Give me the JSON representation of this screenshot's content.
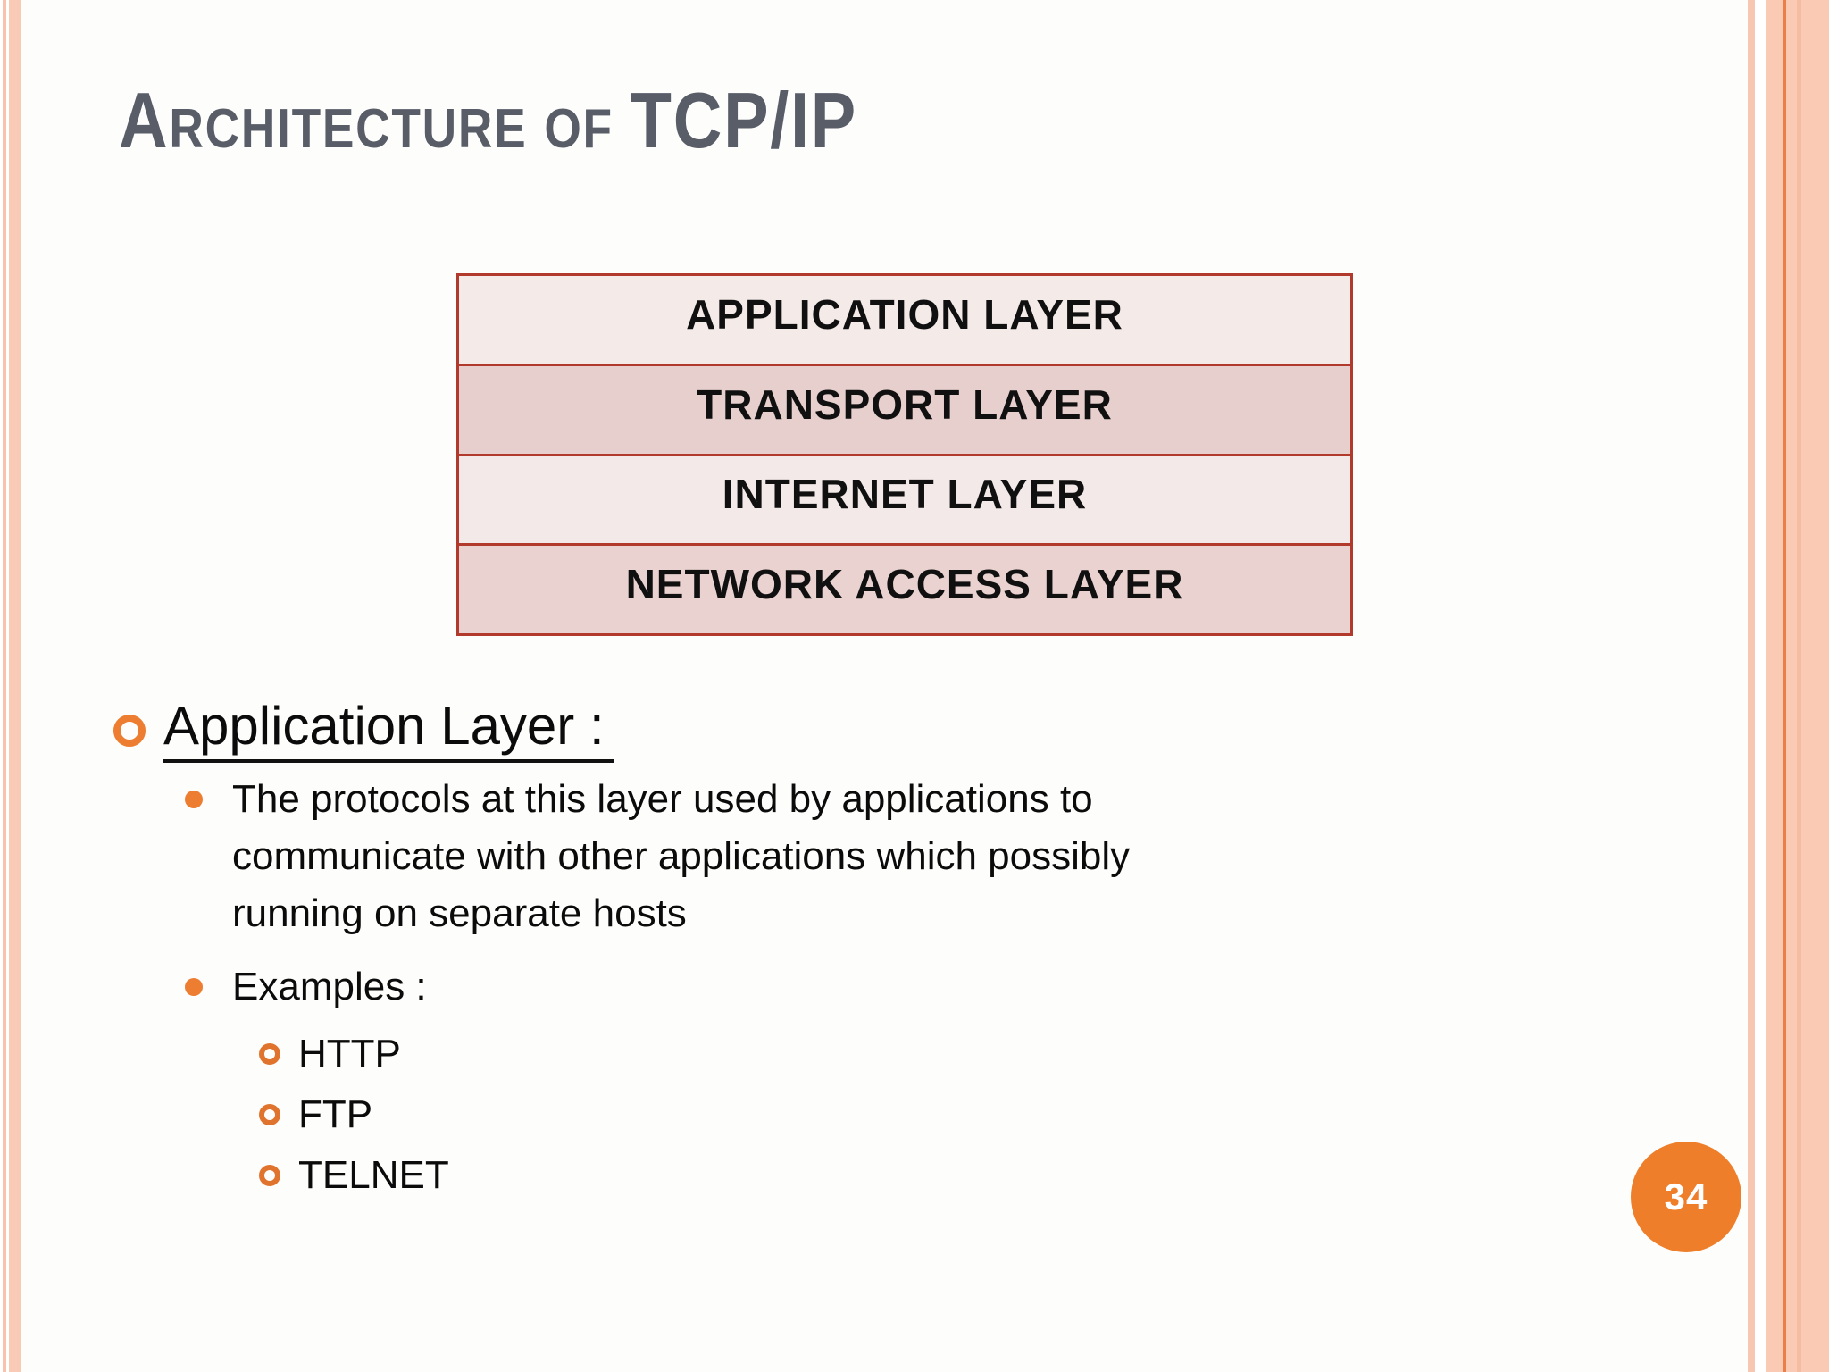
{
  "title": {
    "word1_initial": "A",
    "word1_rest": "RCHITECTURE",
    "word2_small": "OF",
    "word3_big": "TCP/IP",
    "color": "#585d68"
  },
  "diagram": {
    "border_color": "#b23a2c",
    "layers": [
      {
        "label": "APPLICATION LAYER",
        "bg": "#f4ebe9"
      },
      {
        "label": "TRANSPORT LAYER",
        "bg": "#e6cfcc"
      },
      {
        "label": "INTERNET LAYER",
        "bg": "#f2e9e8"
      },
      {
        "label": "NETWORK ACCESS LAYER",
        "bg": "#e9d2cf"
      }
    ]
  },
  "content": {
    "accent_color": "#ed7d31",
    "heading": "Application Layer :",
    "bullet1_text": "The protocols at this layer used by applications to\ncommunicate with other applications which possibly\nrunning on separate hosts",
    "bullet2_text": "Examples :",
    "examples": [
      "HTTP",
      "FTP",
      "TELNET"
    ]
  },
  "footer": {
    "page_number": "34",
    "circle_color": "#ef7e2a"
  },
  "decor": {
    "stripe_salmon": "#f8c7b2",
    "stripe_dark_line": "#ea8049"
  }
}
